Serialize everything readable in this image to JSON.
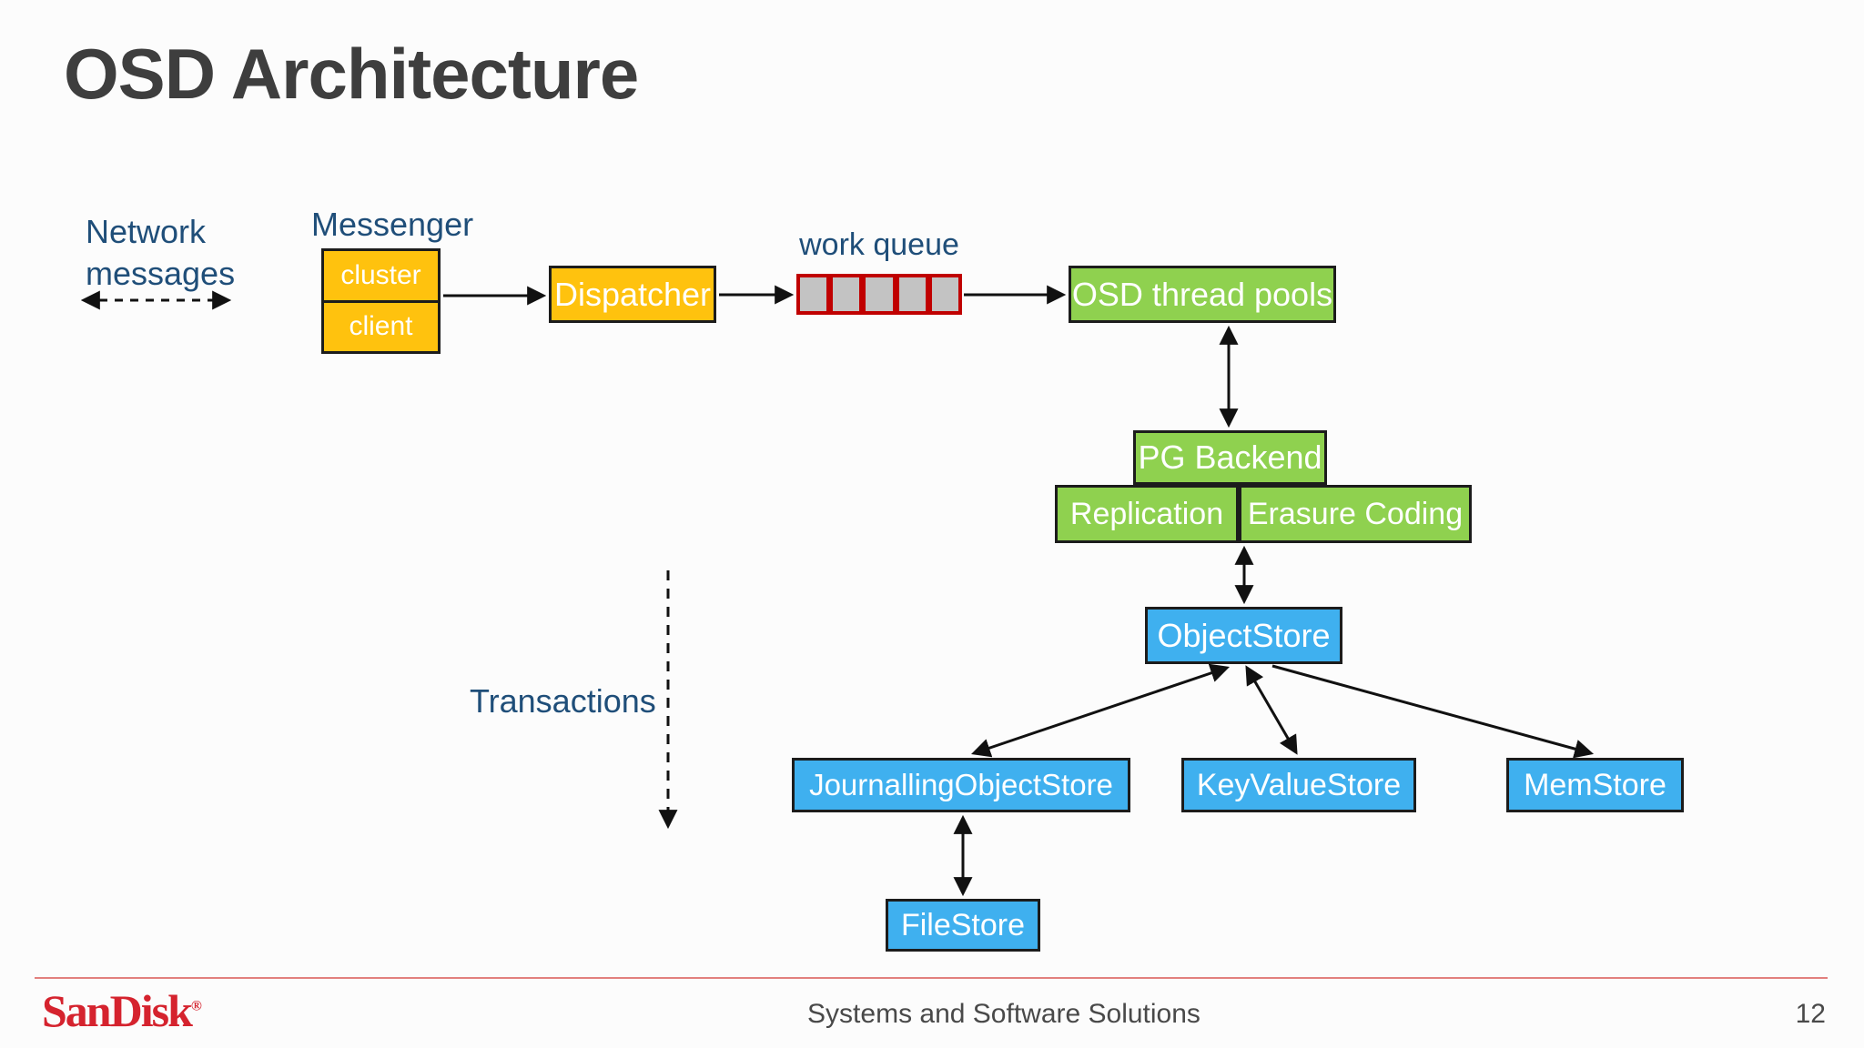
{
  "slide": {
    "title": "OSD Architecture",
    "labels": {
      "network_line1": "Network",
      "network_line2": "messages",
      "messenger": "Messenger",
      "work_queue": "work queue",
      "transactions": "Transactions"
    },
    "nodes": {
      "cluster": "cluster",
      "client": "client",
      "dispatcher": "Dispatcher",
      "osd_thread_pools": "OSD thread pools",
      "pg_backend": "PG Backend",
      "replication": "Replication",
      "erasure_coding": "Erasure Coding",
      "object_store": "ObjectStore",
      "journalling_object_store": "JournallingObjectStore",
      "key_value_store": "KeyValueStore",
      "mem_store": "MemStore",
      "file_store": "FileStore"
    },
    "queue": {
      "cells": 5
    },
    "colors": {
      "node_yellow": "#ffc20e",
      "node_green": "#8fd14f",
      "node_blue": "#3fb0ef",
      "queue_cell_gray": "#c3c3c3",
      "queue_border_red": "#c00000",
      "label_blue": "#1f4e79",
      "title_gray": "#3e3e3e",
      "footer_line_red": "#e2807e",
      "sandisk_red": "#d5232e"
    },
    "footer": {
      "logo": "SanDisk",
      "logo_reg": "®",
      "center_text": "Systems and Software Solutions",
      "page_number": "12"
    }
  }
}
